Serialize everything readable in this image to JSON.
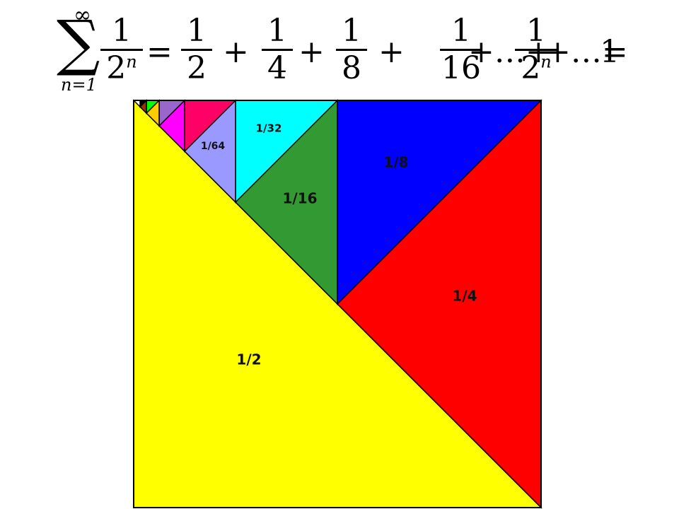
{
  "formula": {
    "sum_upper": "∞",
    "sum_lower": "n=1",
    "term": {
      "numerator": "1",
      "denominator_base": "2",
      "denominator_exp": "n"
    },
    "rhs": [
      {
        "type": "op",
        "text": "="
      },
      {
        "type": "frac",
        "num": "1",
        "den": "2"
      },
      {
        "type": "op",
        "text": "+"
      },
      {
        "type": "frac",
        "num": "1",
        "den": "4"
      },
      {
        "type": "op",
        "text": "+"
      },
      {
        "type": "frac",
        "num": "1",
        "den": "8"
      },
      {
        "type": "op",
        "text": "+"
      },
      {
        "type": "frac",
        "num": "1",
        "den": "16"
      },
      {
        "type": "op",
        "text": "+…+"
      },
      {
        "type": "frac",
        "num": "1",
        "den": "2",
        "exp": "n"
      },
      {
        "type": "op",
        "text": "+…="
      },
      {
        "type": "op",
        "text": "1"
      }
    ]
  },
  "regions": [
    {
      "label": "1/2",
      "color": "#FFFF00"
    },
    {
      "label": "1/4",
      "color": "#FF0000"
    },
    {
      "label": "1/8",
      "color": "#0000FF"
    },
    {
      "label": "1/16",
      "color": "#339933"
    },
    {
      "label": "1/32",
      "color": "#00FFFF"
    },
    {
      "label": "1/64",
      "color": "#9999FF"
    },
    {
      "label": "",
      "color": "#FF0066"
    },
    {
      "label": "",
      "color": "#FF00FF"
    },
    {
      "label": "",
      "color": "#9966CC"
    },
    {
      "label": "",
      "color": "#FFCC00"
    },
    {
      "label": "",
      "color": "#00FF00"
    },
    {
      "label": "",
      "color": "#993300"
    },
    {
      "label": "",
      "color": "#000000"
    }
  ]
}
